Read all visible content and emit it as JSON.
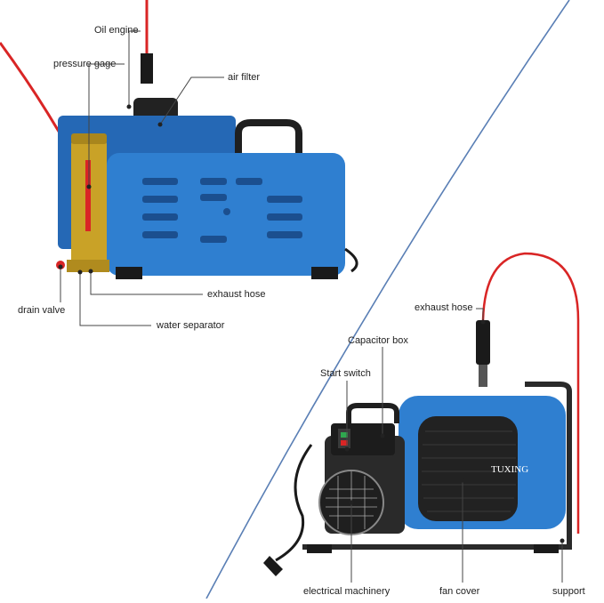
{
  "labels": {
    "oil_engine": "Oil engine",
    "pressure_gage": "pressure gage",
    "air_filter": "air filter",
    "exhaust_hose_top": "exhaust hose",
    "drain_valve": "drain valve",
    "water_separator": "water separator",
    "exhaust_hose_bottom": "exhaust hose",
    "capacitor_box": "Capacitor box",
    "start_switch": "Start switch",
    "electrical_machinery": "electrical machinery",
    "fan_cover": "fan cover",
    "support": "support"
  },
  "brand": {
    "logo_text": "TUXING"
  },
  "colors": {
    "body_blue": "#2f7fd0",
    "frame_dark": "#2a2a2a",
    "hose_red": "#d92525",
    "brass": "#c9a227",
    "divider": "#5a7fb5",
    "leader": "#444444"
  }
}
